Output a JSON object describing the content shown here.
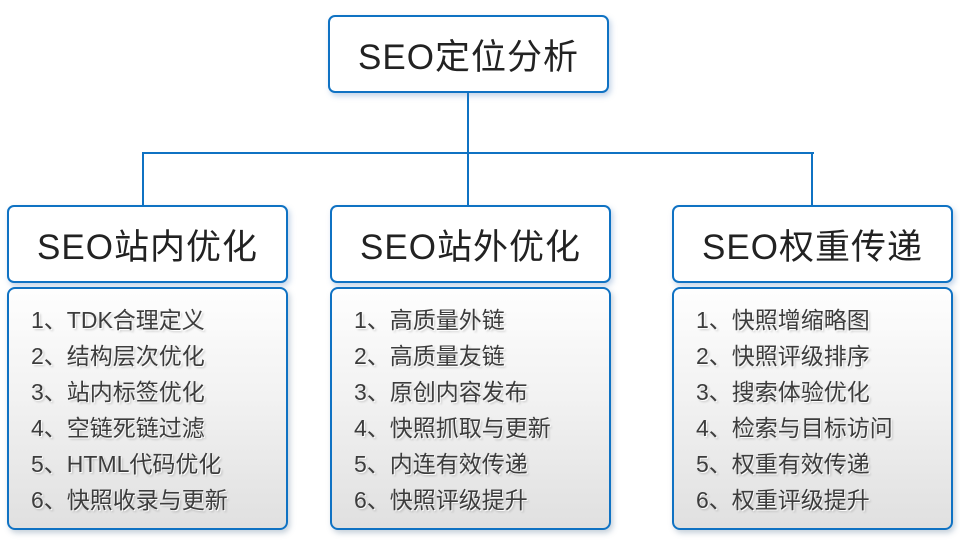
{
  "colors": {
    "line": "#0F72C3",
    "header_text": "#222222",
    "item_text": "#3C3C3C"
  },
  "root": {
    "label": "SEO定位分析"
  },
  "columns": [
    {
      "header": "SEO站内优化",
      "items": [
        "1、TDK合理定义",
        "2、结构层次优化",
        "3、站内标签优化",
        "4、空链死链过滤",
        "5、HTML代码优化",
        "6、快照收录与更新"
      ]
    },
    {
      "header": "SEO站外优化",
      "items": [
        "1、高质量外链",
        "2、高质量友链",
        "3、原创内容发布",
        "4、快照抓取与更新",
        "5、内连有效传递",
        "6、快照评级提升"
      ]
    },
    {
      "header": "SEO权重传递",
      "items": [
        "1、快照增缩略图",
        "2、快照评级排序",
        "3、搜索体验优化",
        "4、检索与目标访问",
        "5、权重有效传递",
        "6、权重评级提升"
      ]
    }
  ]
}
